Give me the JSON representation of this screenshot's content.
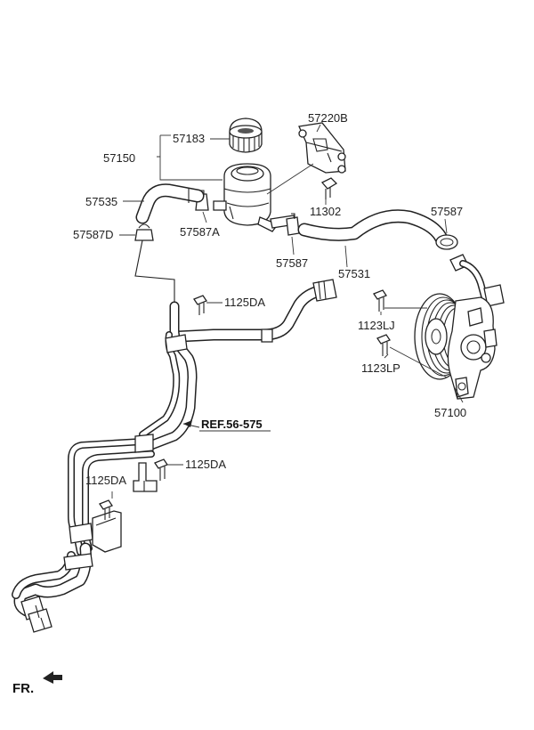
{
  "labels": {
    "p57183": "57183",
    "p57150": "57150",
    "p57220B": "57220B",
    "p57535": "57535",
    "p57587A": "57587A",
    "p11302": "11302",
    "p57587_right": "57587",
    "p57587D": "57587D",
    "p57587_mid": "57587",
    "p57531": "57531",
    "p1125DA_top": "1125DA",
    "p1123LJ": "1123LJ",
    "p1123LP": "1123LP",
    "p57100": "57100",
    "ref": "REF.56-575",
    "p1125DA_mid": "1125DA",
    "p1125DA_left": "1125DA",
    "front": "FR."
  }
}
